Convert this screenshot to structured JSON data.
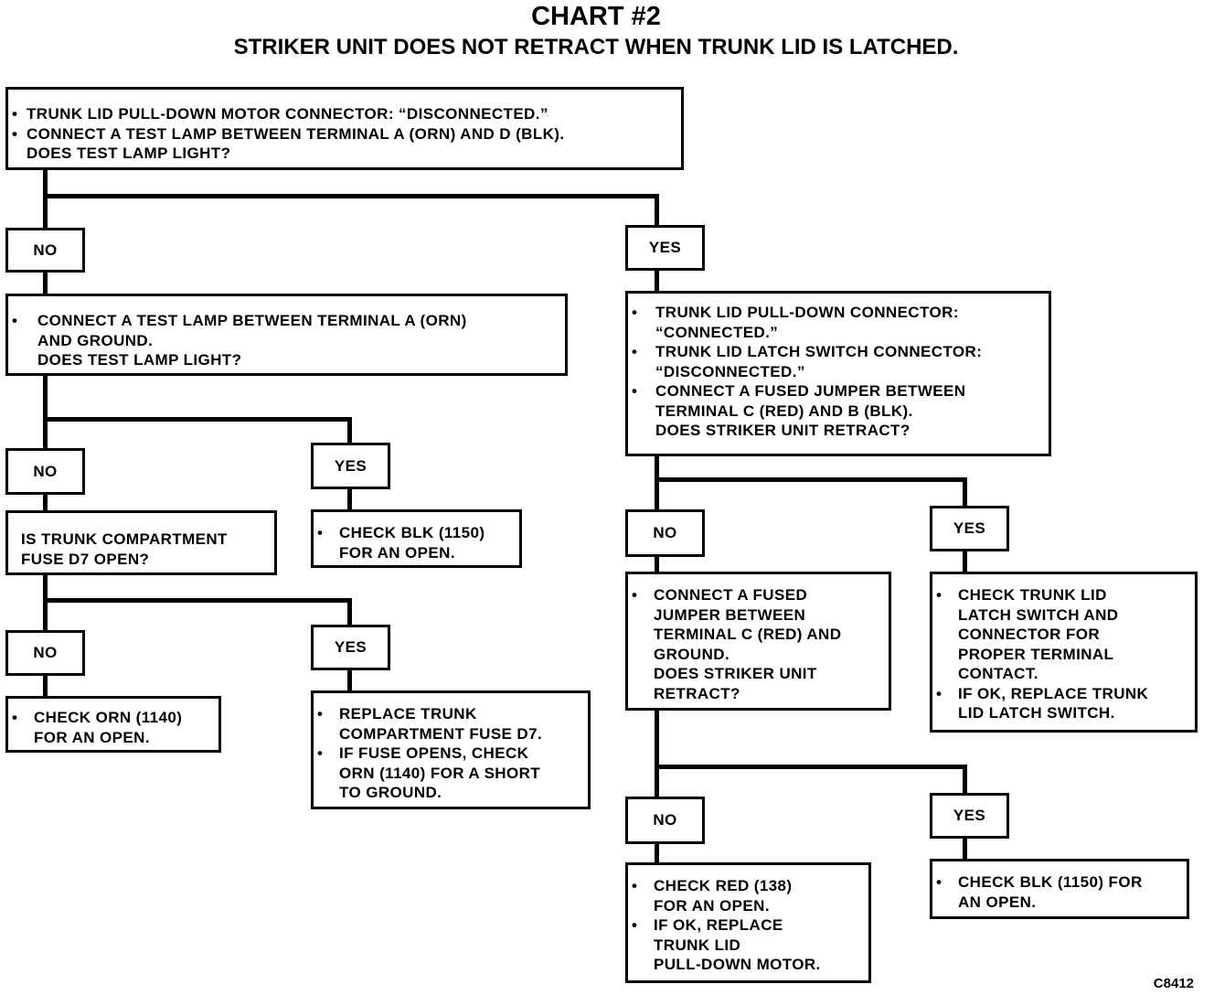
{
  "title": "CHART #2",
  "subtitle": "STRIKER UNIT DOES NOT RETRACT WHEN TRUNK LID IS LATCHED.",
  "no": "NO",
  "yes": "YES",
  "boxes": {
    "start": [
      "TRUNK LID PULL-DOWN MOTOR CONNECTOR: “DISCONNECTED.”",
      "CONNECT A TEST LAMP BETWEEN TERMINAL A (ORN) AND D (BLK).",
      "DOES TEST LAMP LIGHT?"
    ],
    "test_ground": [
      "CONNECT A TEST LAMP BETWEEN TERMINAL A (ORN)",
      "AND GROUND.",
      "DOES TEST LAMP LIGHT?"
    ],
    "fuse_question": [
      "IS TRUNK COMPARTMENT",
      "FUSE D7 OPEN?"
    ],
    "check_blk_1": [
      "CHECK BLK (1150)",
      "FOR AN OPEN."
    ],
    "check_orn": [
      "CHECK ORN (1140)",
      "FOR AN OPEN."
    ],
    "replace_fuse": [
      "REPLACE TRUNK",
      "COMPARTMENT FUSE D7.",
      "IF FUSE OPENS, CHECK",
      "ORN (1140) FOR A SHORT",
      "TO GROUND."
    ],
    "jumper_test": [
      "TRUNK LID PULL-DOWN CONNECTOR:",
      "“CONNECTED.”",
      "TRUNK LID LATCH SWITCH CONNECTOR:",
      "“DISCONNECTED.”",
      "CONNECT A FUSED JUMPER BETWEEN",
      "TERMINAL C (RED) AND B (BLK).",
      "DOES STRIKER UNIT RETRACT?"
    ],
    "ground_jumper": [
      "CONNECT A FUSED",
      "JUMPER BETWEEN",
      "TERMINAL C (RED) AND",
      "GROUND.",
      "DOES STRIKER UNIT",
      "RETRACT?"
    ],
    "latch_switch": [
      "CHECK TRUNK LID",
      "LATCH SWITCH AND",
      "CONNECTOR FOR",
      "PROPER TERMINAL",
      "CONTACT.",
      "IF OK, REPLACE TRUNK",
      "LID LATCH SWITCH."
    ],
    "check_red": [
      "CHECK RED (138)",
      "FOR AN OPEN.",
      "IF OK, REPLACE",
      "TRUNK LID",
      "PULL-DOWN MOTOR."
    ],
    "check_blk_2": [
      "CHECK BLK (1150) FOR",
      "AN OPEN."
    ]
  },
  "figure_code": "C8412"
}
